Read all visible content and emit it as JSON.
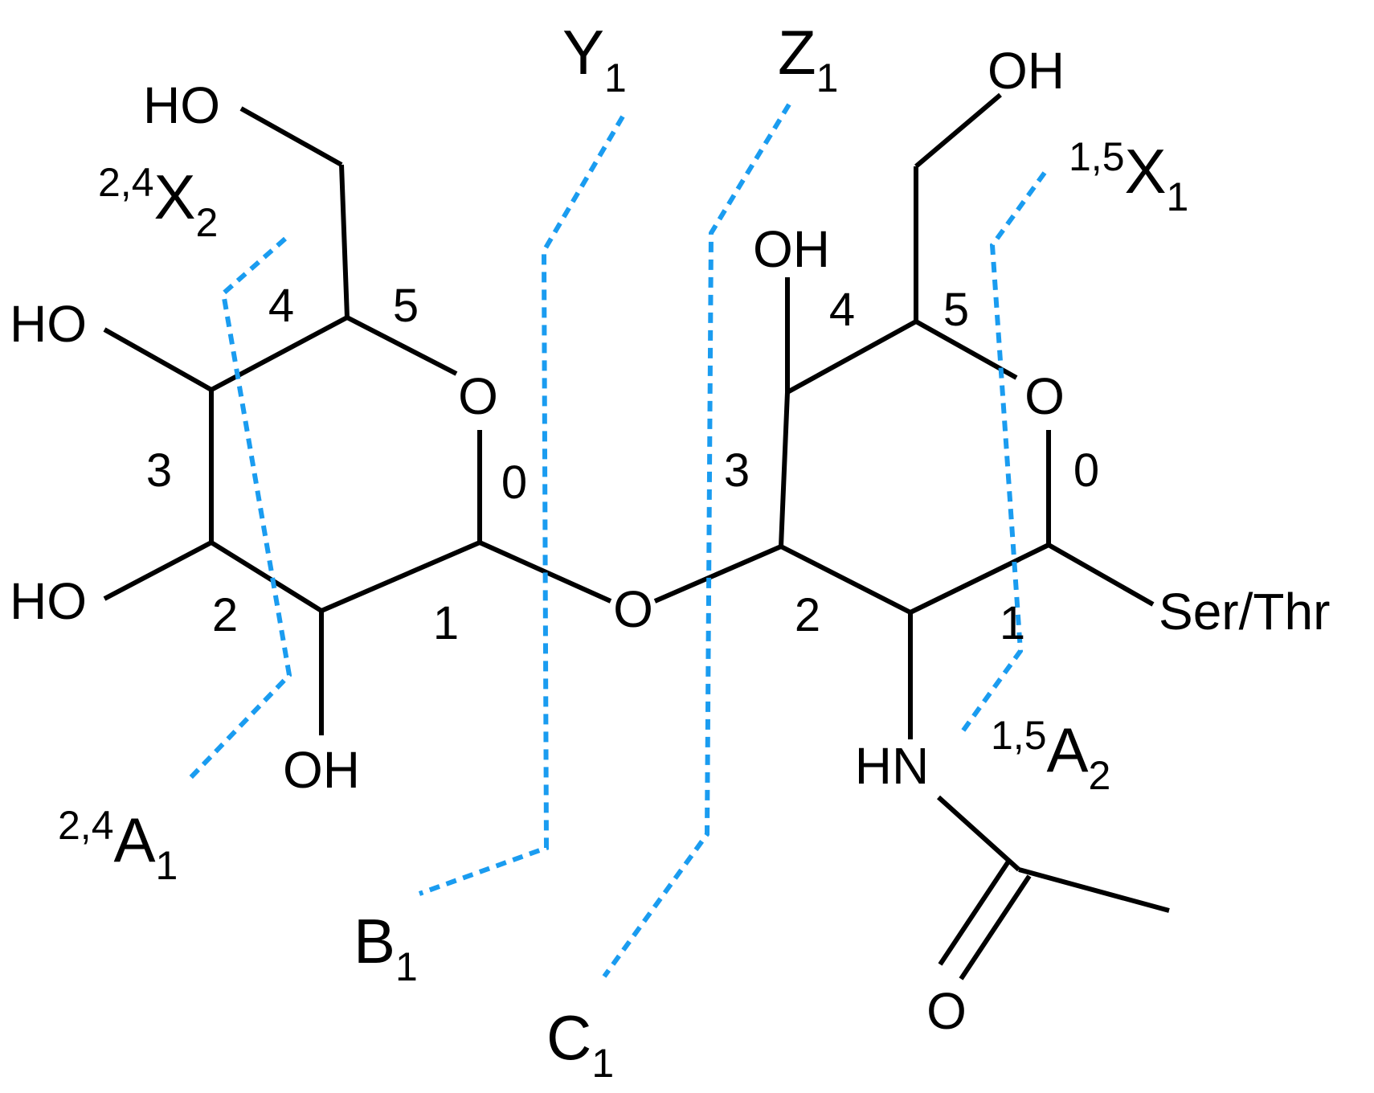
{
  "colors": {
    "bond": "#000000",
    "cleavage_line": "#1a9cf0",
    "background": "#ffffff"
  },
  "atoms": {
    "ho_top": "HO",
    "ho_c3": "HO",
    "ho_c2": "HO",
    "oh_c1_bottom": "OH",
    "ring1_oxygen": "O",
    "glycosidic_oxygen": "O",
    "oh_top_right": "OH",
    "oh_c4_right": "OH",
    "ring2_oxygen": "O",
    "hn": "HN",
    "carbonyl_oxygen": "O",
    "aglycone": "Ser/Thr"
  },
  "ring_numbers": {
    "ring1": [
      "0",
      "1",
      "2",
      "3",
      "4",
      "5"
    ],
    "ring2": [
      "0",
      "1",
      "2",
      "3",
      "4",
      "5"
    ]
  },
  "fragments": {
    "x2_24": {
      "pre": "2,4",
      "main": "X",
      "sub": "2"
    },
    "a1_24": {
      "pre": "2,4",
      "main": "A",
      "sub": "1"
    },
    "y1": {
      "pre": "",
      "main": "Y",
      "sub": "1"
    },
    "b1": {
      "pre": "",
      "main": "B",
      "sub": "1"
    },
    "z1": {
      "pre": "",
      "main": "Z",
      "sub": "1"
    },
    "c1": {
      "pre": "",
      "main": "C",
      "sub": "1"
    },
    "x1_15": {
      "pre": "1,5",
      "main": "X",
      "sub": "1"
    },
    "a2_15": {
      "pre": "1,5",
      "main": "A",
      "sub": "2"
    }
  }
}
